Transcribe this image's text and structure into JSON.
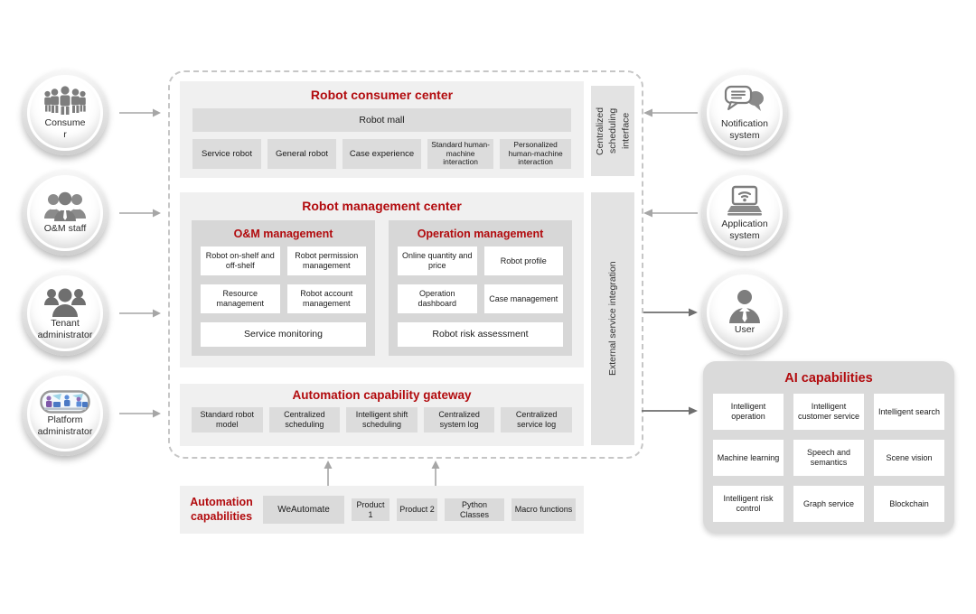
{
  "colors": {
    "accent_red": "#b20b0e",
    "panel_bg": "#f0f0f0",
    "box_gray": "#dcdcdc",
    "group_gray": "#d7d7d7",
    "bar_gray": "#e3e3e3",
    "ai_panel_gray": "#dadada"
  },
  "actors_left": [
    {
      "label": "Consumer",
      "icon": "consumer-group-icon"
    },
    {
      "label": "O&M staff",
      "icon": "oam-staff-icon"
    },
    {
      "label": "Tenant administrator",
      "icon": "tenant-admin-icon"
    },
    {
      "label": "Platform administrator",
      "icon": "platform-admin-icon"
    }
  ],
  "systems_right": [
    {
      "label": "Notification system",
      "icon": "notification-icon"
    },
    {
      "label": "Application system",
      "icon": "application-icon"
    },
    {
      "label": "User",
      "icon": "user-icon"
    }
  ],
  "consumer_center": {
    "title": "Robot consumer center",
    "mall": "Robot mall",
    "items": [
      "Service robot",
      "General robot",
      "Case experience",
      "Standard human-machine interaction",
      "Personalized human-machine interaction"
    ]
  },
  "interface_bars": {
    "top": "Centralized scheduling interface",
    "bottom": "External service integration"
  },
  "management_center": {
    "title": "Robot management center",
    "groups": [
      {
        "title": "O&M management",
        "items": [
          "Robot on-shelf and off-shelf",
          "Robot permission management",
          "Resource management",
          "Robot account management"
        ],
        "wide_item": "Service monitoring"
      },
      {
        "title": "Operation management",
        "items": [
          "Online quantity and price",
          "Robot profile",
          "Operation dashboard",
          "Case management"
        ],
        "wide_item": "Robot risk assessment"
      }
    ]
  },
  "gateway": {
    "title": "Automation capability gateway",
    "items": [
      "Standard robot model",
      "Centralized scheduling",
      "Intelligent shift scheduling",
      "Centralized system log",
      "Centralized service log"
    ]
  },
  "automation": {
    "title": "Automation capabilities",
    "items": [
      "WeAutomate",
      "Product 1",
      "Product 2",
      "Python Classes",
      "Macro functions"
    ]
  },
  "ai": {
    "title": "AI capabilities",
    "items": [
      "Intelligent operation",
      "Intelligent customer service",
      "Intelligent search",
      "Machine learning",
      "Speech and semantics",
      "Scene vision",
      "Intelligent risk control",
      "Graph service",
      "Blockchain"
    ]
  }
}
